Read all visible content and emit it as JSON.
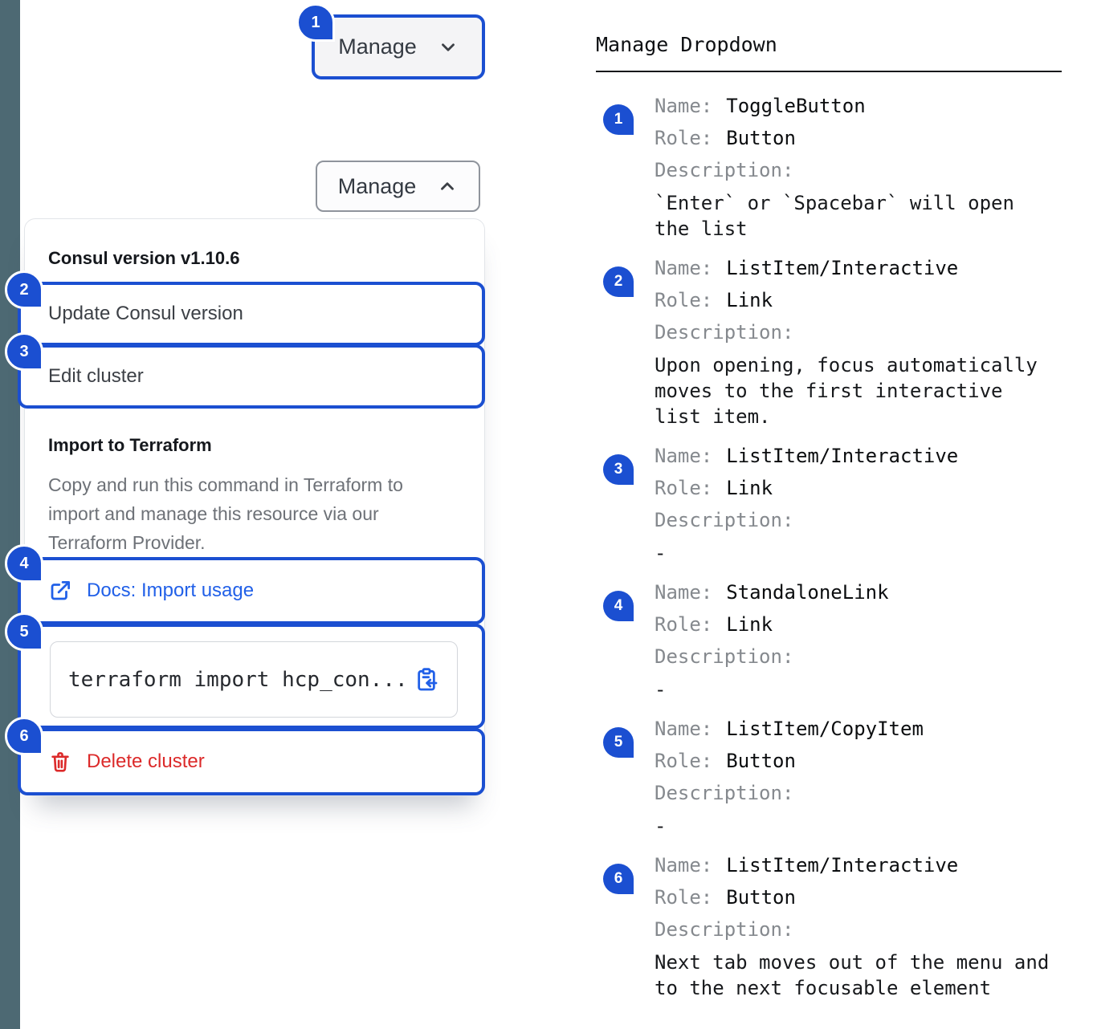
{
  "colors": {
    "accent_blue": "#1b4fd1",
    "link_blue": "#2160e8",
    "danger_red": "#dc2a2a",
    "sidebar_strip": "#4d6973"
  },
  "component": {
    "toggle_closed": {
      "label": "Manage",
      "badge": "1"
    },
    "toggle_open": {
      "label": "Manage"
    },
    "dropdown": {
      "version_header": "Consul version v1.10.6",
      "update_item": {
        "badge": "2",
        "label": "Update Consul version"
      },
      "edit_item": {
        "badge": "3",
        "label": "Edit cluster"
      },
      "import_header": "Import to Terraform",
      "import_description": "Copy and run this command in Terraform to import and manage this resource via our Terraform Provider.",
      "docs_link": {
        "badge": "4",
        "label": "Docs: Import usage"
      },
      "code_item": {
        "badge": "5",
        "code": "terraform import hcp_con..."
      },
      "delete_item": {
        "badge": "6",
        "label": "Delete cluster"
      }
    }
  },
  "legend": {
    "title": "Manage Dropdown",
    "labels": {
      "name": "Name:",
      "role": "Role:",
      "description": "Description:"
    },
    "entries": [
      {
        "num": "1",
        "name": "ToggleButton",
        "role": "Button",
        "description": "`Enter` or `Spacebar` will open the list"
      },
      {
        "num": "2",
        "name": "ListItem/Interactive",
        "role": "Link",
        "description": "Upon opening, focus automatically moves to the first interactive list item."
      },
      {
        "num": "3",
        "name": "ListItem/Interactive",
        "role": "Link",
        "description": "-"
      },
      {
        "num": "4",
        "name": "StandaloneLink",
        "role": "Link",
        "description": "-"
      },
      {
        "num": "5",
        "name": "ListItem/CopyItem",
        "role": "Button",
        "description": "-"
      },
      {
        "num": "6",
        "name": "ListItem/Interactive",
        "role": "Button",
        "description": "Next tab moves out of the menu and to the next focusable element"
      }
    ]
  }
}
